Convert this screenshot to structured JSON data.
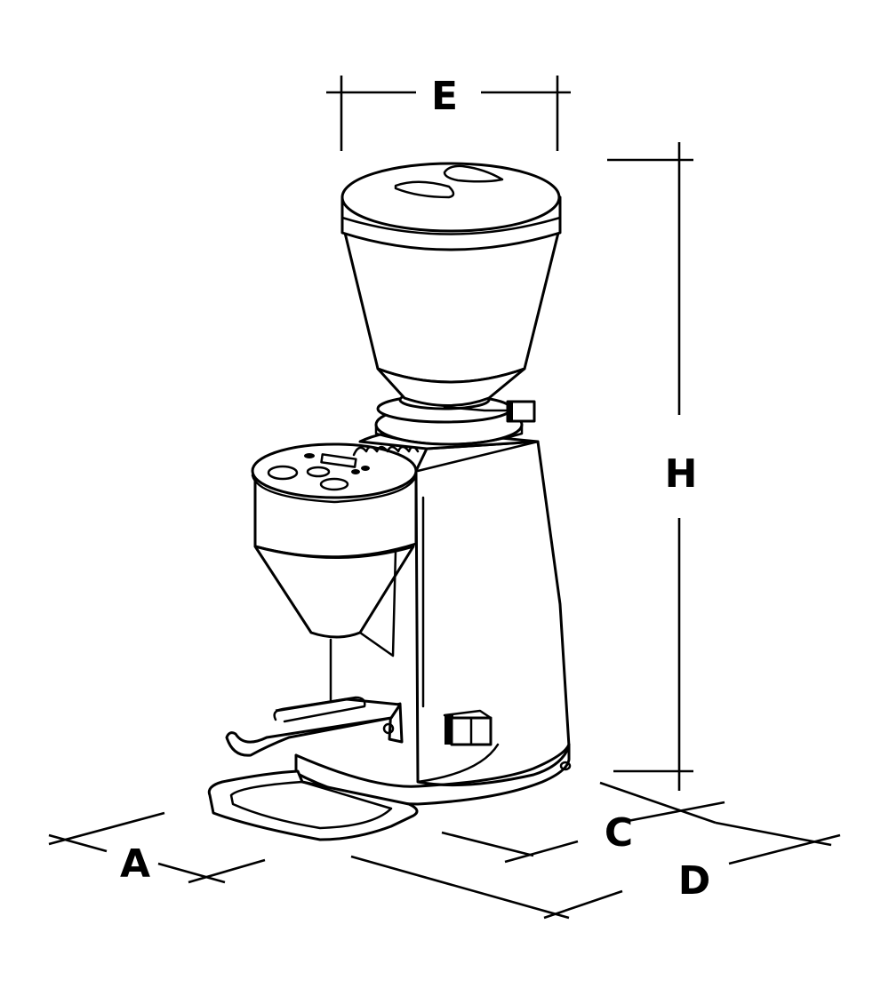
{
  "diagram": {
    "subject": "Coffee grinder dimension drawing",
    "colors": {
      "line": "#000000",
      "background": "#ffffff"
    },
    "dimensions": {
      "A": {
        "label": "A",
        "meaning": "tray width"
      },
      "C": {
        "label": "C",
        "meaning": "body depth"
      },
      "D": {
        "label": "D",
        "meaning": "overall depth"
      },
      "E": {
        "label": "E",
        "meaning": "hopper diameter"
      },
      "H": {
        "label": "H",
        "meaning": "overall height"
      }
    }
  }
}
